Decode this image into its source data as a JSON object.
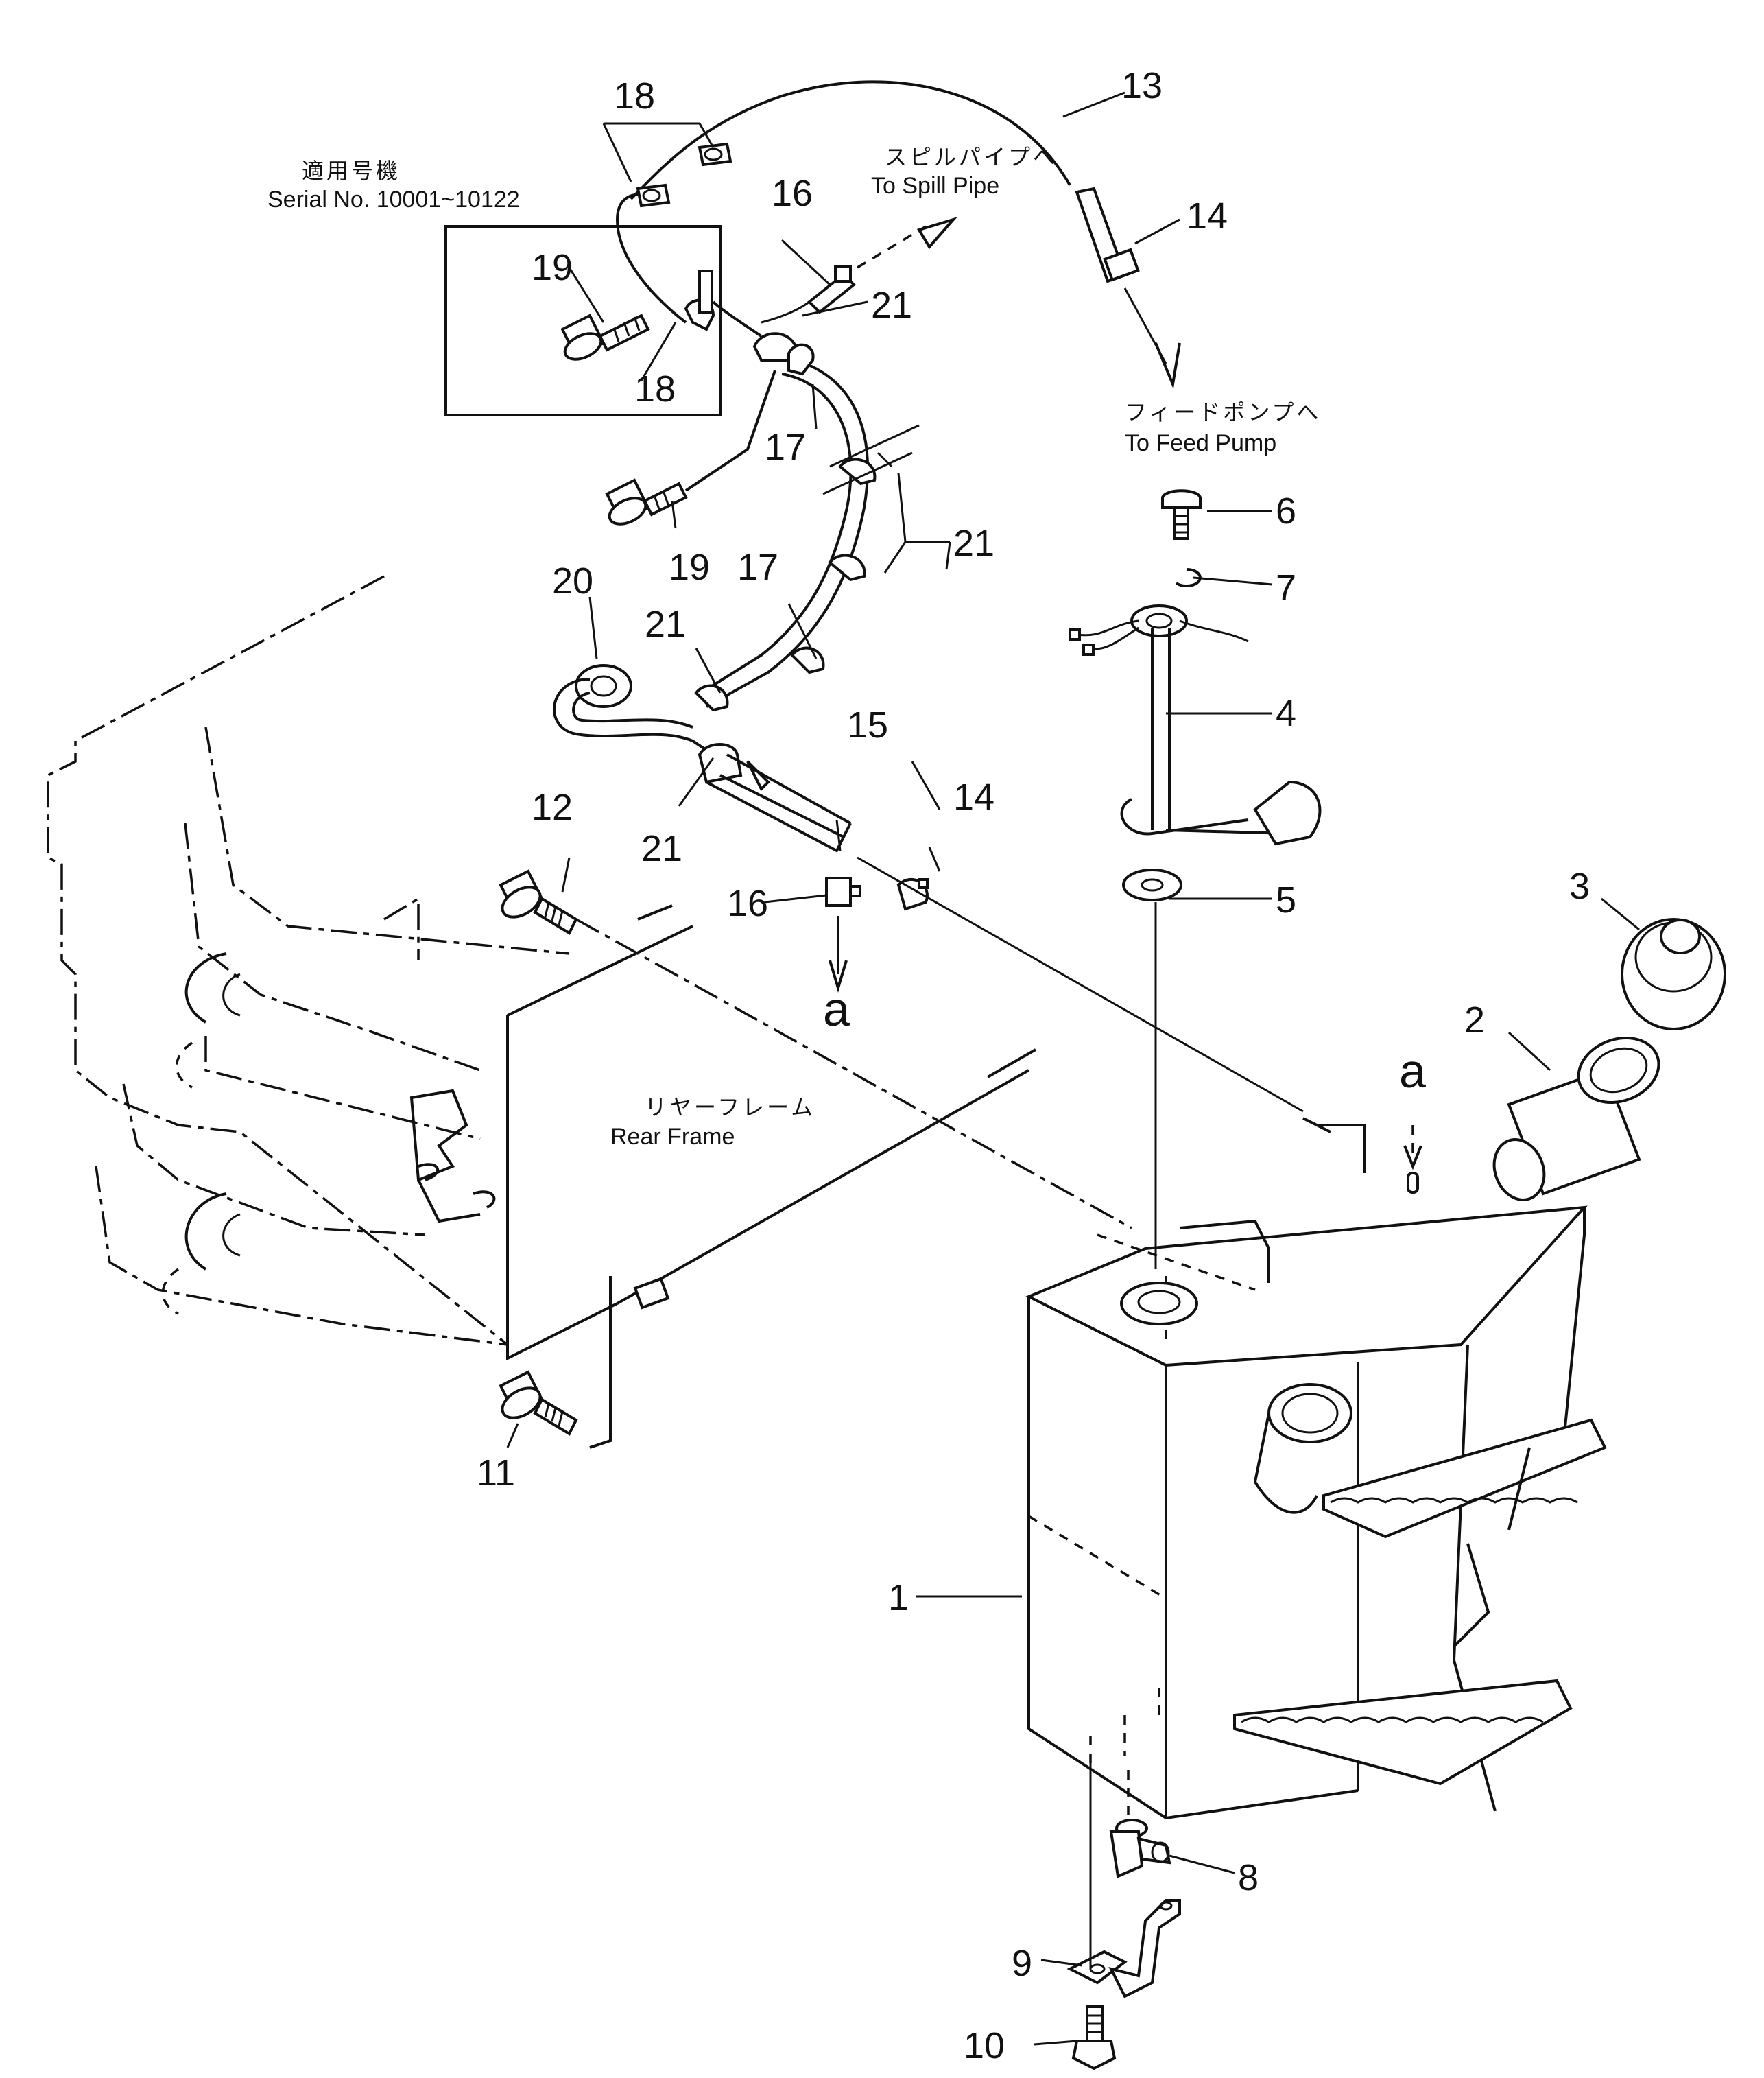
{
  "diagram": {
    "serial_note": {
      "jp": "適用号機",
      "en": "Serial No. 10001~10122"
    },
    "destinations": {
      "spill_pipe_jp": "スピルパイプへ",
      "spill_pipe_en": "To Spill Pipe",
      "feed_pump_jp": "フィードポンプへ",
      "feed_pump_en": "To Feed Pump",
      "rear_frame_jp": "リヤーフレーム",
      "rear_frame_en": "Rear Frame"
    },
    "connection_marks": {
      "a_upper": "a",
      "a_lower": "a"
    },
    "callouts": {
      "c1": "1",
      "c2": "2",
      "c3": "3",
      "c4": "4",
      "c5": "5",
      "c6": "6",
      "c7": "7",
      "c8": "8",
      "c9": "9",
      "c10": "10",
      "c11": "11",
      "c12": "12",
      "c13": "13",
      "c14a": "14",
      "c14b": "14",
      "c15": "15",
      "c16a": "16",
      "c16b": "16",
      "c17a": "17",
      "c17b": "17",
      "c18a": "18",
      "c18b": "18",
      "c19a": "19",
      "c19b": "19",
      "c20": "20",
      "c21a": "21",
      "c21b": "21",
      "c21c": "21",
      "c21d": "21"
    }
  }
}
